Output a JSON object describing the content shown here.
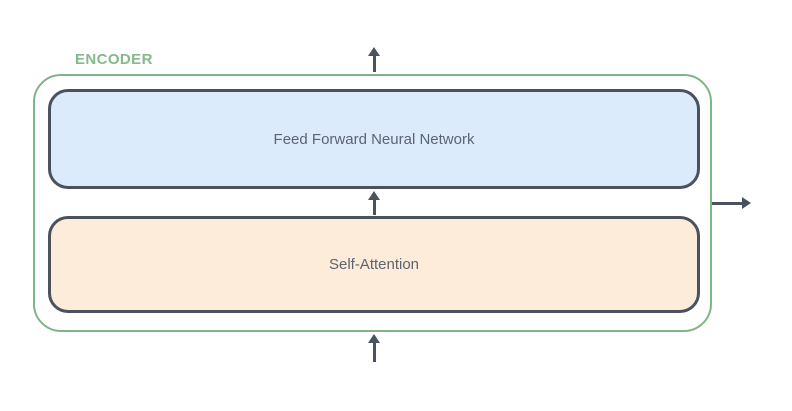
{
  "diagram": {
    "title_label": "ENCODER",
    "blocks": [
      {
        "id": "ffnn",
        "label": "Feed Forward Neural Network",
        "fill": "#dcebfc",
        "border": "#4a5260"
      },
      {
        "id": "self_attention",
        "label": "Self-Attention",
        "fill": "#fdecd9",
        "border": "#4a5260"
      }
    ],
    "arrows": [
      {
        "name": "input-arrow",
        "direction": "up",
        "position": "below encoder, entering bottom"
      },
      {
        "name": "attention-to-ffnn-arrow",
        "direction": "up",
        "position": "between Self-Attention and Feed Forward Neural Network"
      },
      {
        "name": "output-top-arrow",
        "direction": "up",
        "position": "exiting encoder top"
      },
      {
        "name": "output-right-arrow",
        "direction": "right",
        "position": "exiting encoder right side"
      }
    ],
    "colors": {
      "encoder_border": "#7fb586",
      "encoder_label": "#85b98b",
      "block_border": "#4a5260",
      "arrow": "#4a5260",
      "ffnn_fill": "#dcebfc",
      "attention_fill": "#fdecd9",
      "text": "#5b6472",
      "background": "#ffffff"
    }
  }
}
